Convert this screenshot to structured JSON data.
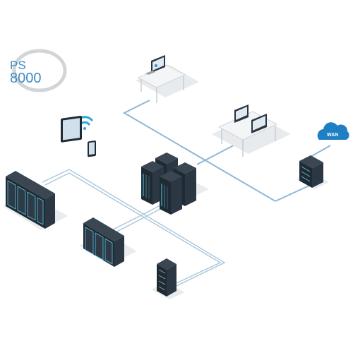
{
  "logo": {
    "line1": "PS",
    "line2": "8000"
  },
  "cloud": {
    "label": "WAN"
  },
  "colors": {
    "brand_blue": "#3d8cc0",
    "cloud_blue": "#1f7fc4",
    "link_blue": "#8fb8d6",
    "server_dark": "#1f2a33",
    "server_led": "#5ec8e8",
    "wifi_blue": "#2aa6d9"
  }
}
